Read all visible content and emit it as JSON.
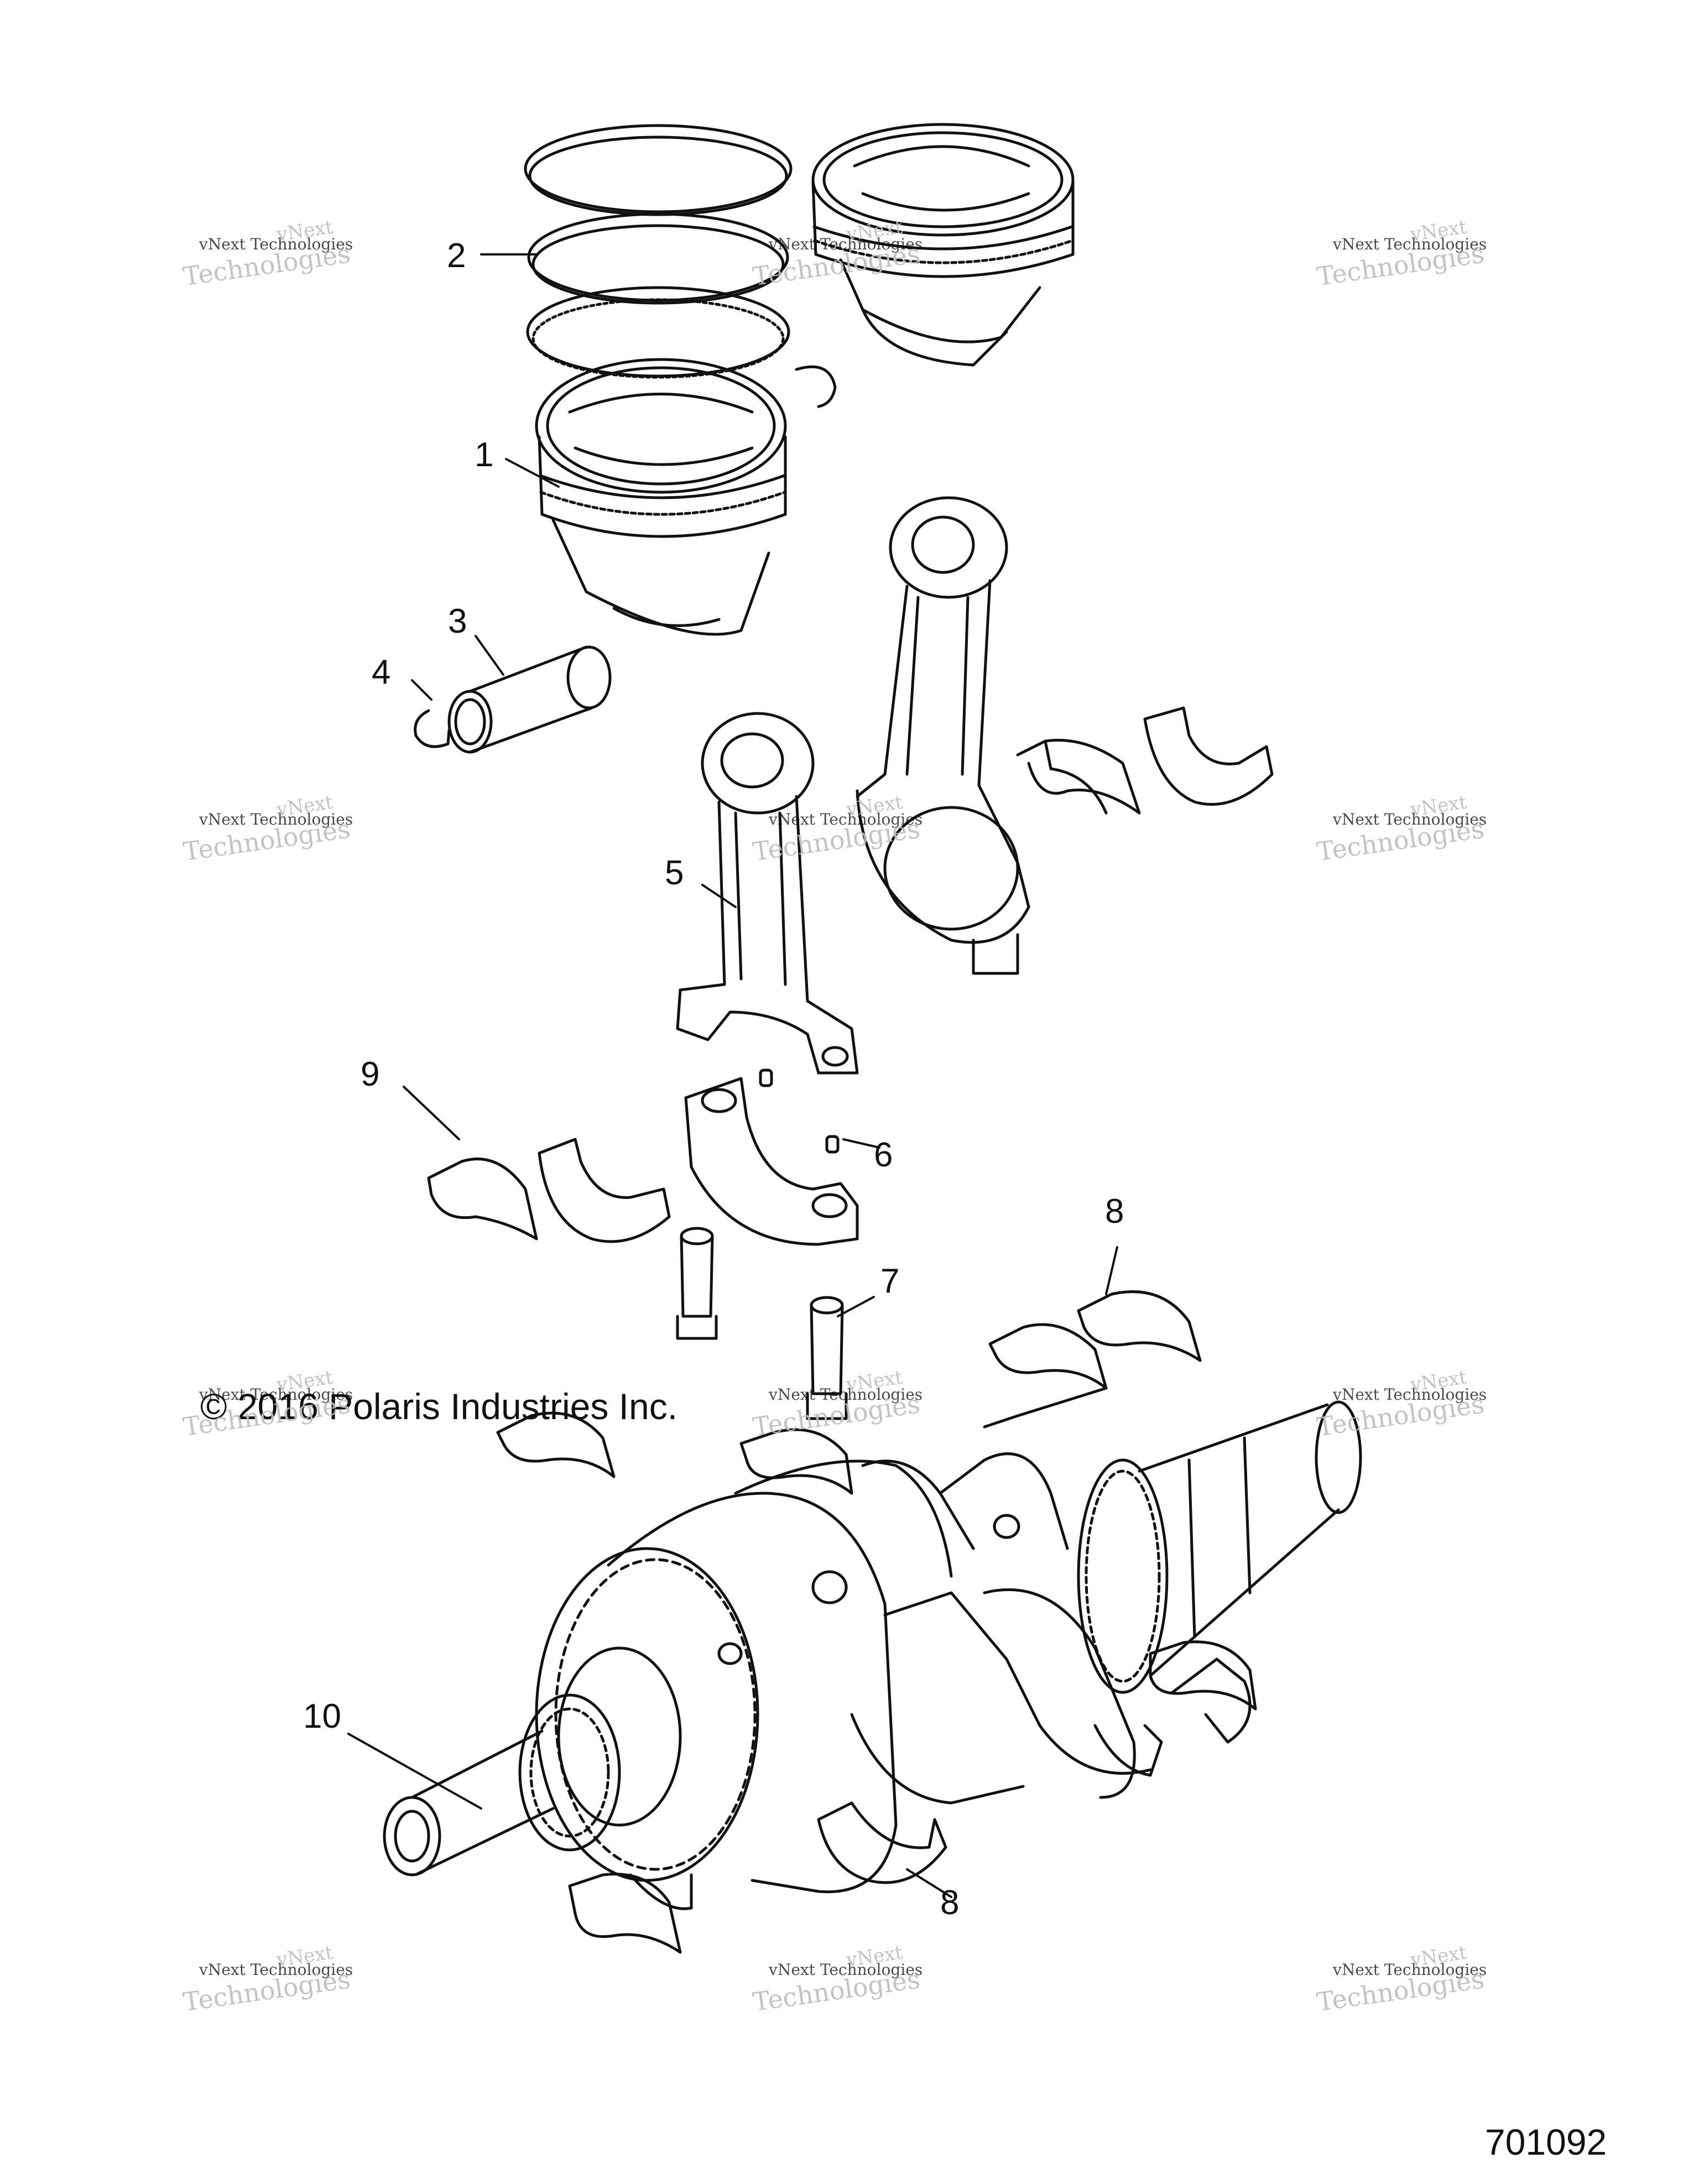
{
  "callouts": {
    "c1": "1",
    "c2": "2",
    "c3": "3",
    "c4": "4",
    "c5": "5",
    "c6": "6",
    "c7": "7",
    "c8a": "8",
    "c8b": "8",
    "c9": "9",
    "c10": "10"
  },
  "copyright": "© 2016 Polaris Industries Inc.",
  "doc_number": "701092",
  "watermark": {
    "line_top": "vNext",
    "line_small": "vNext Technologies",
    "line_large": "Technologies"
  }
}
